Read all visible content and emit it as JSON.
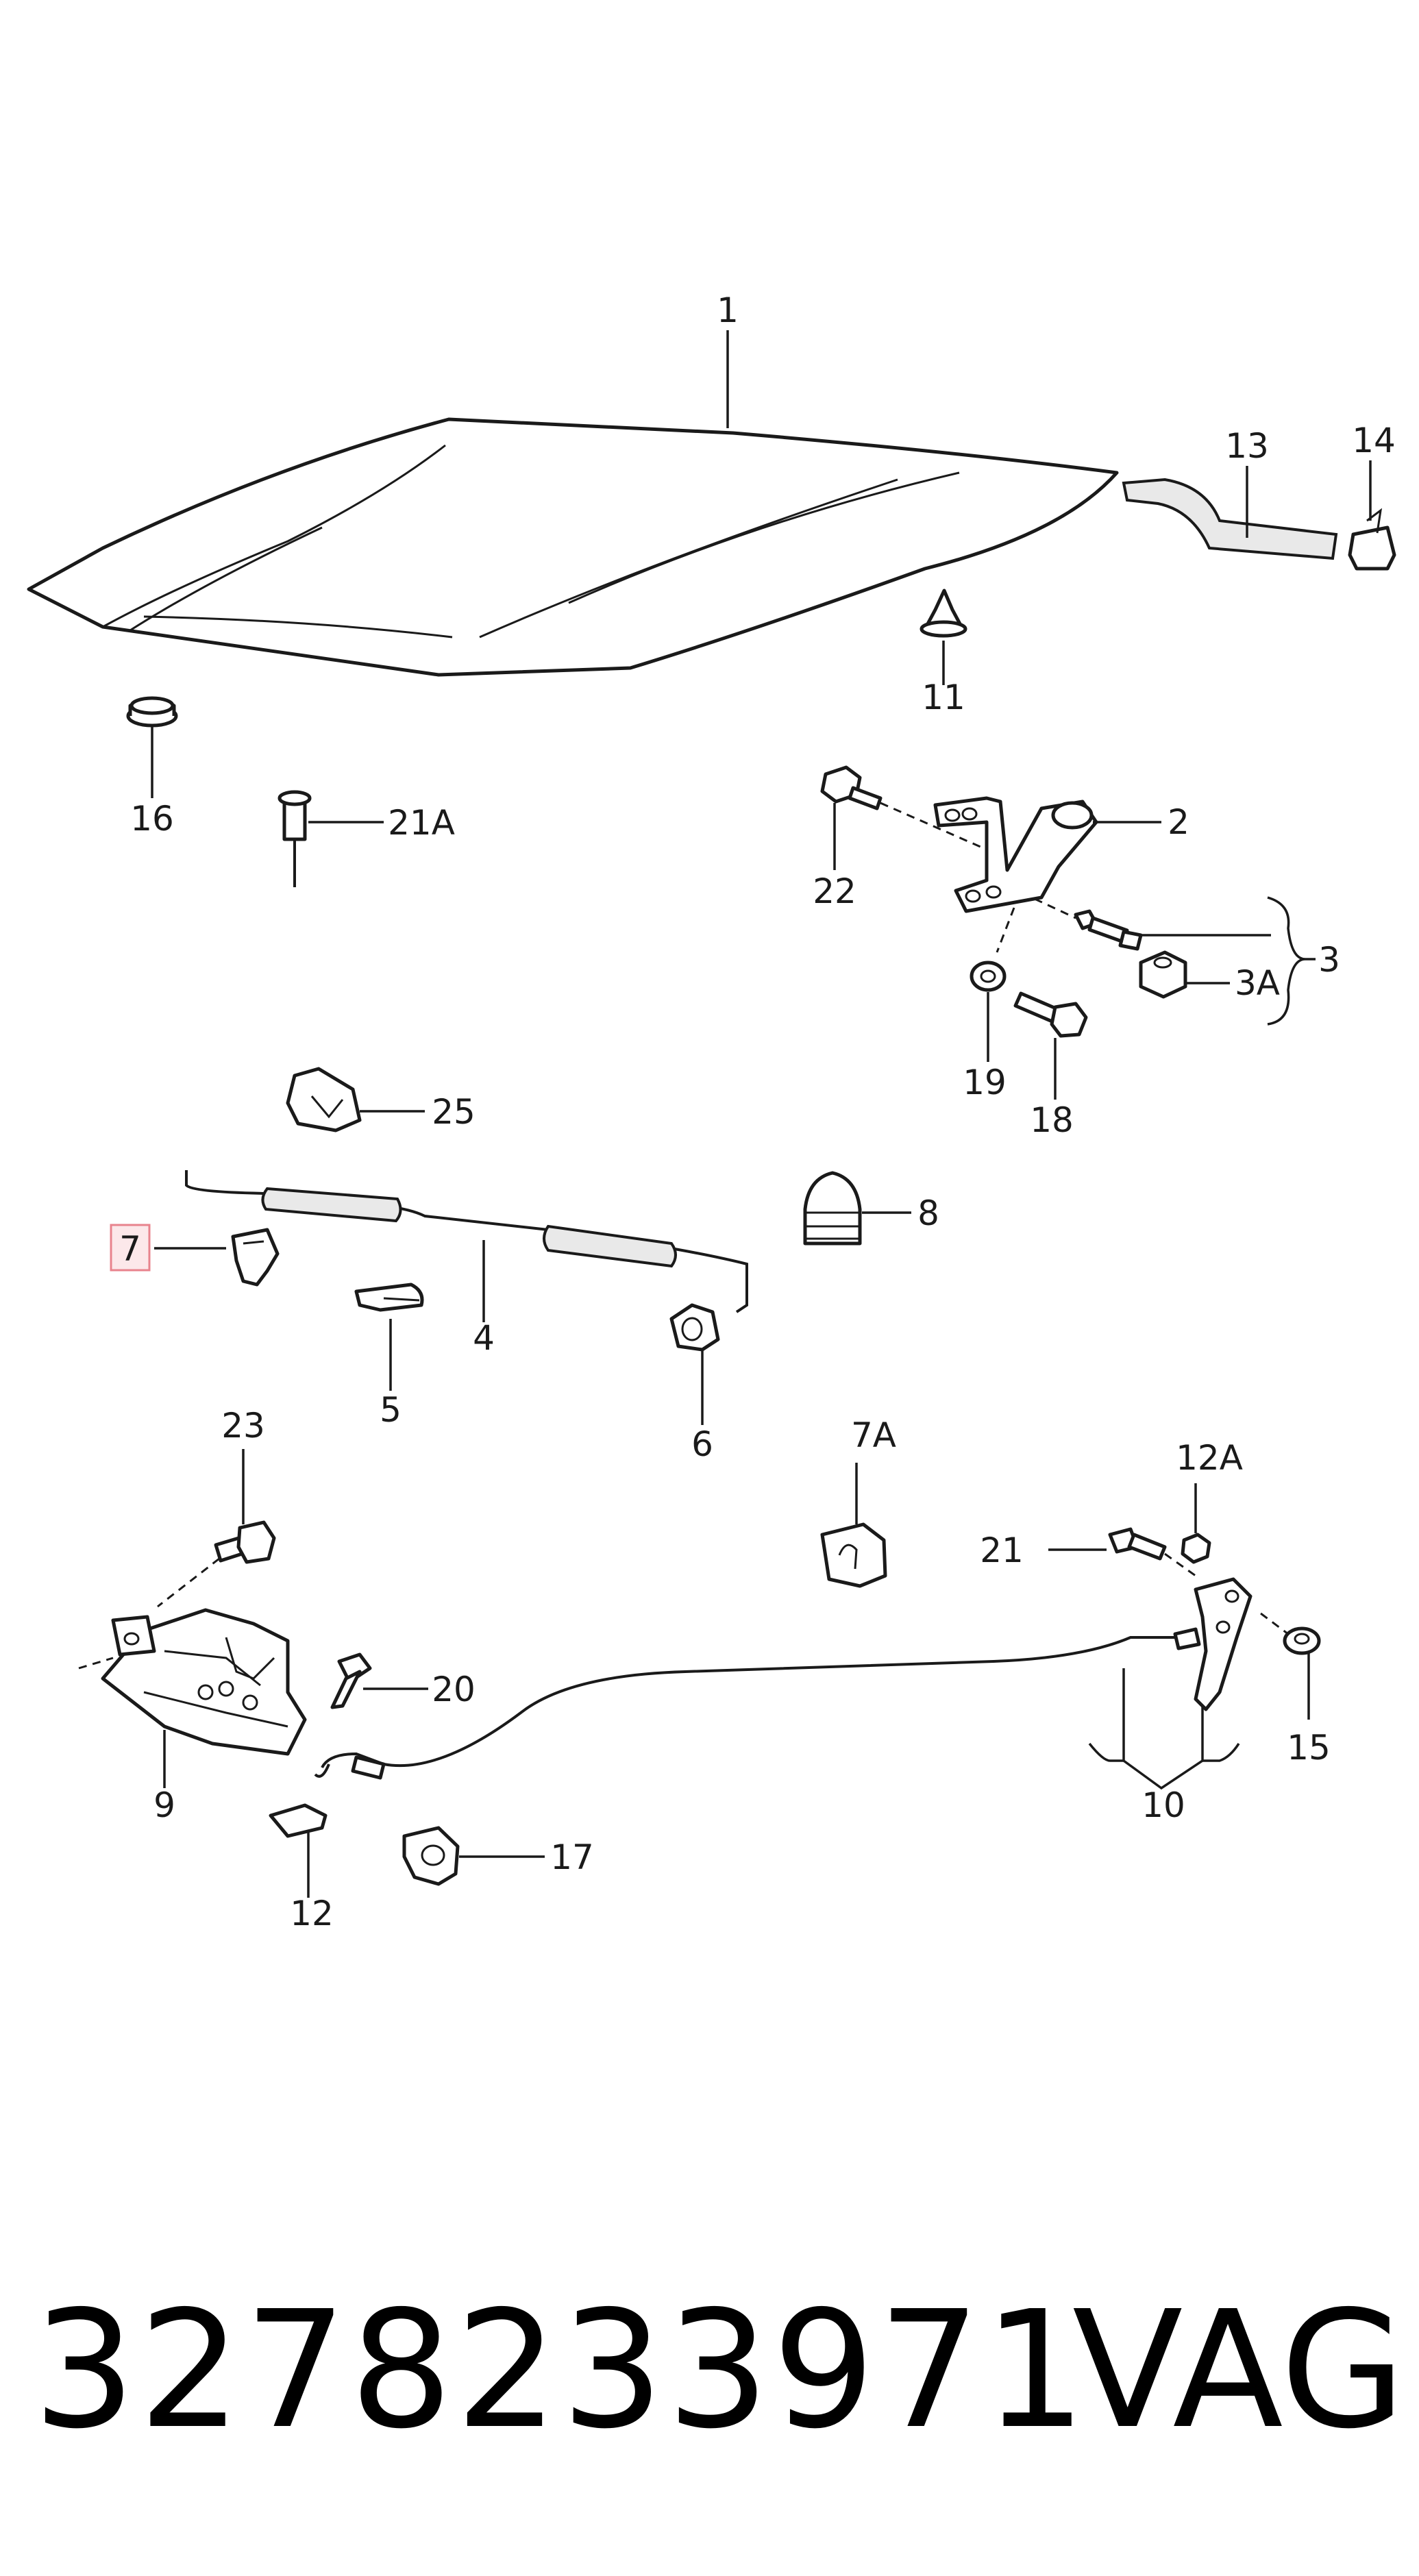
{
  "callouts": {
    "c1": "1",
    "c2": "2",
    "c3": "3",
    "c3a": "3A",
    "c4": "4",
    "c5": "5",
    "c6": "6",
    "c7": "7",
    "c7a": "7A",
    "c8": "8",
    "c9": "9",
    "c10": "10",
    "c11": "11",
    "c12": "12",
    "c12a": "12A",
    "c13": "13",
    "c14": "14",
    "c15": "15",
    "c16": "16",
    "c17": "17",
    "c18": "18",
    "c19": "19",
    "c20": "20",
    "c21": "21",
    "c21a": "21A",
    "c22": "22",
    "c23": "23",
    "c25": "25"
  },
  "highlight_color": "#e8838d",
  "footer": {
    "part_number": "3278233971",
    "brand": "VAG"
  }
}
